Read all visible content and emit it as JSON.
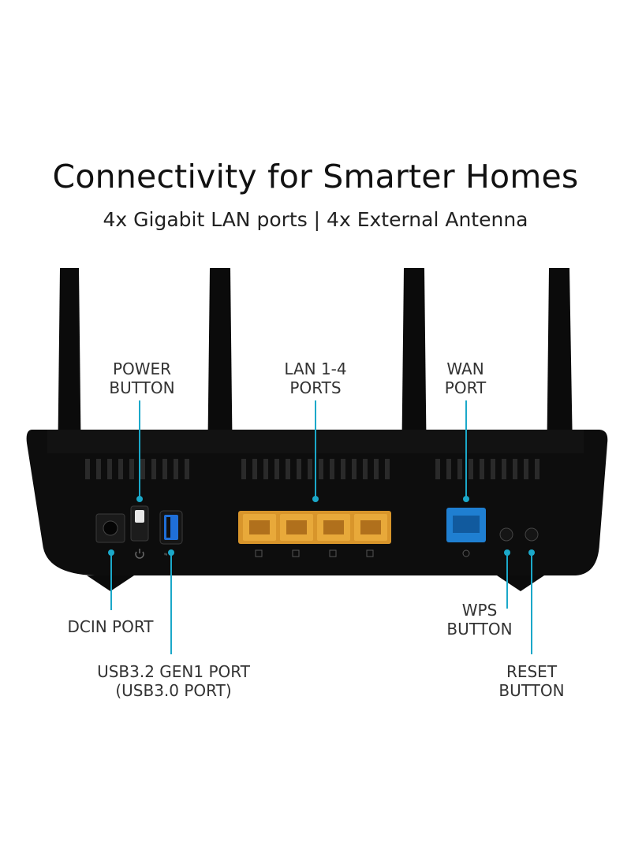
{
  "headline": "Connectivity for Smarter Homes",
  "subheadline": "4x Gigabit LAN ports | 4x External Antenna",
  "callouts": {
    "power": {
      "line1": "POWER",
      "line2": "BUTTON"
    },
    "lan": {
      "line1": "LAN 1-4",
      "line2": "PORTS"
    },
    "wan": {
      "line1": "WAN",
      "line2": "PORT"
    },
    "dcin": {
      "line1": "DCIN PORT"
    },
    "usb": {
      "line1": "USB3.2 GEN1 PORT",
      "line2": "(USB3.0 PORT)"
    },
    "wps": {
      "line1": "WPS",
      "line2": "BUTTON"
    },
    "reset": {
      "line1": "RESET",
      "line2": "BUTTON"
    }
  },
  "colors": {
    "leader": "#1ba8c9",
    "router_body": "#0d0d0d",
    "lan_port": "#e8a93a",
    "wan_port": "#1f7fd1"
  },
  "icons": [
    "power-icon",
    "usb-icon"
  ]
}
